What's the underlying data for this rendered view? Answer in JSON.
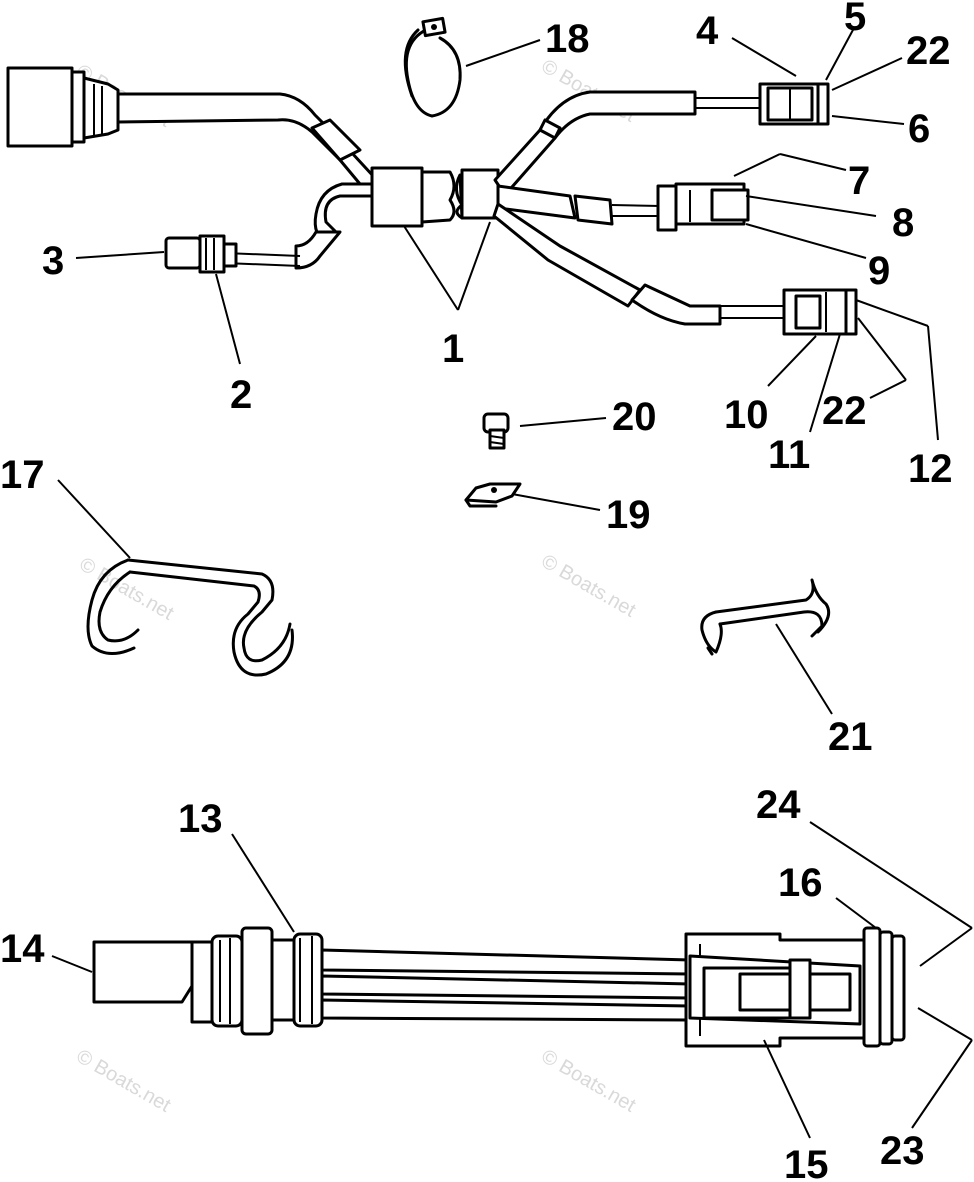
{
  "diagram": {
    "callouts": [
      {
        "id": "c1",
        "text": "1"
      },
      {
        "id": "c2",
        "text": "2"
      },
      {
        "id": "c3",
        "text": "3"
      },
      {
        "id": "c4",
        "text": "4"
      },
      {
        "id": "c5",
        "text": "5"
      },
      {
        "id": "c6",
        "text": "6"
      },
      {
        "id": "c7",
        "text": "7"
      },
      {
        "id": "c8",
        "text": "8"
      },
      {
        "id": "c9",
        "text": "9"
      },
      {
        "id": "c10",
        "text": "10"
      },
      {
        "id": "c11",
        "text": "11"
      },
      {
        "id": "c12",
        "text": "12"
      },
      {
        "id": "c13",
        "text": "13"
      },
      {
        "id": "c14",
        "text": "14"
      },
      {
        "id": "c15",
        "text": "15"
      },
      {
        "id": "c16",
        "text": "16"
      },
      {
        "id": "c17",
        "text": "17"
      },
      {
        "id": "c18",
        "text": "18"
      },
      {
        "id": "c19",
        "text": "19"
      },
      {
        "id": "c20",
        "text": "20"
      },
      {
        "id": "c21",
        "text": "21"
      },
      {
        "id": "c22a",
        "text": "22"
      },
      {
        "id": "c22b",
        "text": "22"
      },
      {
        "id": "c23",
        "text": "23"
      },
      {
        "id": "c24",
        "text": "24"
      }
    ],
    "watermark": "© Boats.net"
  }
}
